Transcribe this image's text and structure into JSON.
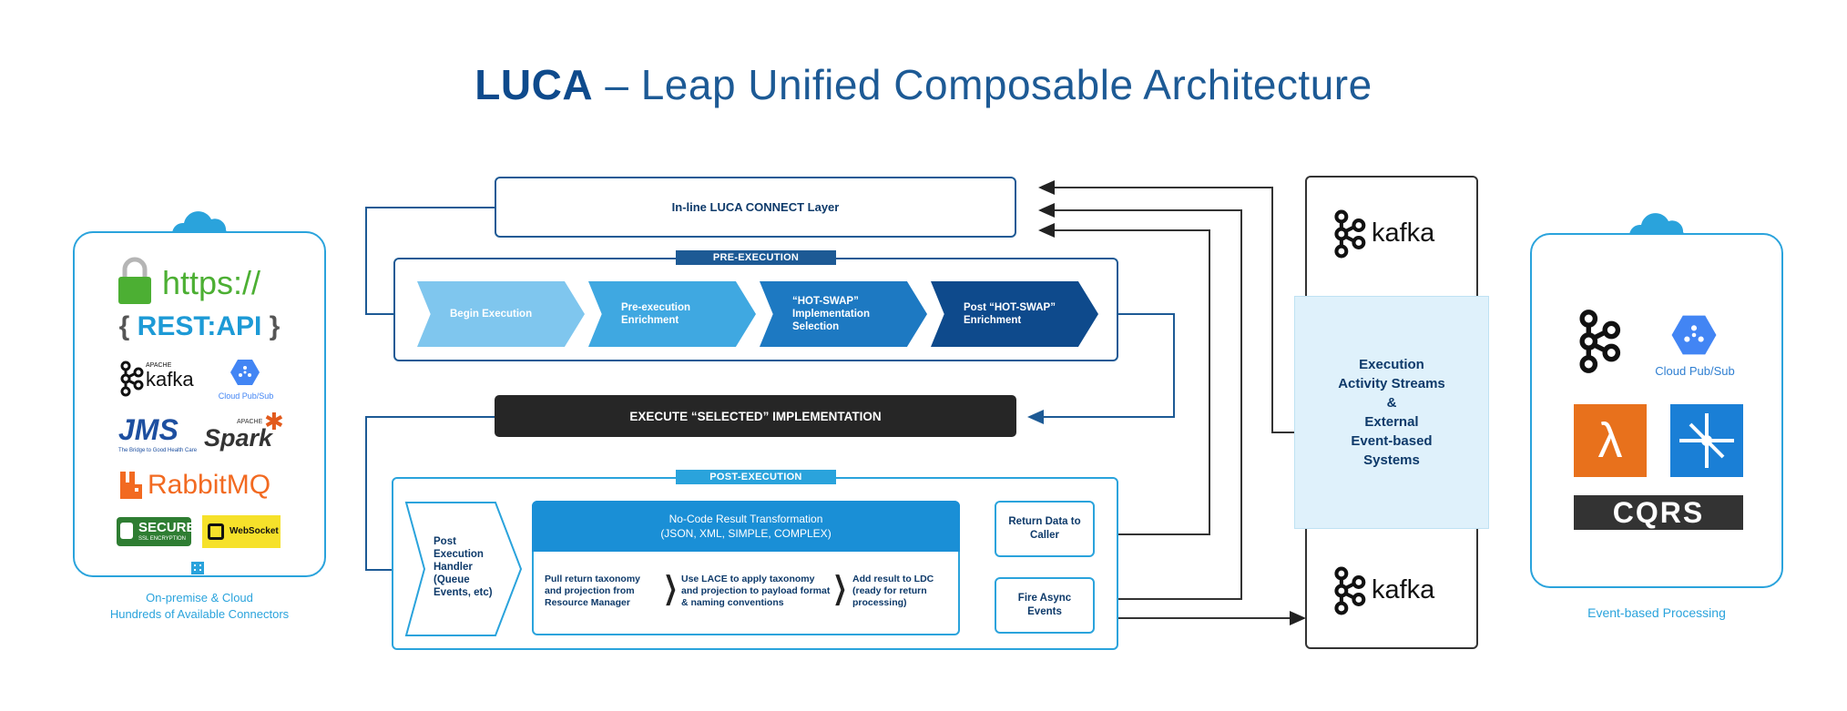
{
  "title": {
    "bold": "LUCA",
    "rest": " – Leap Unified Composable Architecture"
  },
  "left_panel": {
    "https": "https://",
    "rest_api": "REST:API",
    "kafka": "kafka",
    "kafka_small": "APACHE",
    "cloud_pubsub": "Cloud Pub/Sub",
    "jms": "JMS",
    "jms_sub": "The Bridge to Good Health Care",
    "spark_small": "APACHE",
    "spark": "Spark",
    "rabbitmq": "RabbitMQ",
    "secure": "SECURE",
    "secure_sub": "SSL ENCRYPTION",
    "websocket": "WebSocket",
    "caption_line1": "On-premise & Cloud",
    "caption_line2": "Hundreds of Available Connectors"
  },
  "connect_layer": "In-line LUCA CONNECT Layer",
  "pre_execution": {
    "tag": "PRE-EXECUTION",
    "steps": [
      {
        "label": "Begin Execution",
        "color": "#7fc6ee"
      },
      {
        "label": "Pre-execution Enrichment",
        "color": "#3fa8e1"
      },
      {
        "label": "“HOT-SWAP” Implementation Selection",
        "color": "#1d79c2"
      },
      {
        "label": "Post “HOT-SWAP” Enrichment",
        "color": "#0e4a8c"
      }
    ]
  },
  "execute_selected": "EXECUTE “SELECTED” IMPLEMENTATION",
  "post_execution": {
    "tag": "POST-EXECUTION",
    "handler": "Post Execution Handler (Queue Events, etc)",
    "transform_title": "No-Code Result Transformation",
    "transform_sub": "(JSON, XML, SIMPLE, COMPLEX)",
    "step1": "Pull return taxonomy and projection from Resource Manager",
    "step2": "Use LACE to apply taxonomy and projection to payload format & naming conventions",
    "step3": "Add result to LDC (ready for return processing)",
    "return_data": "Return Data to Caller",
    "fire_async": "Fire Async Events"
  },
  "streams": {
    "kafka_top": "kafka",
    "kafka_bottom": "kafka",
    "lines": [
      "Execution",
      "Activity Streams",
      "&",
      "External",
      "Event-based",
      "Systems"
    ]
  },
  "right_panel": {
    "cloud_pubsub": "Cloud Pub/Sub",
    "cqrs": "CQRS",
    "caption": "Event-based Processing"
  },
  "colors": {
    "dark_blue": "#1d5a95",
    "light_blue": "#2aa3dc",
    "streams_bg": "#dff1fb"
  }
}
